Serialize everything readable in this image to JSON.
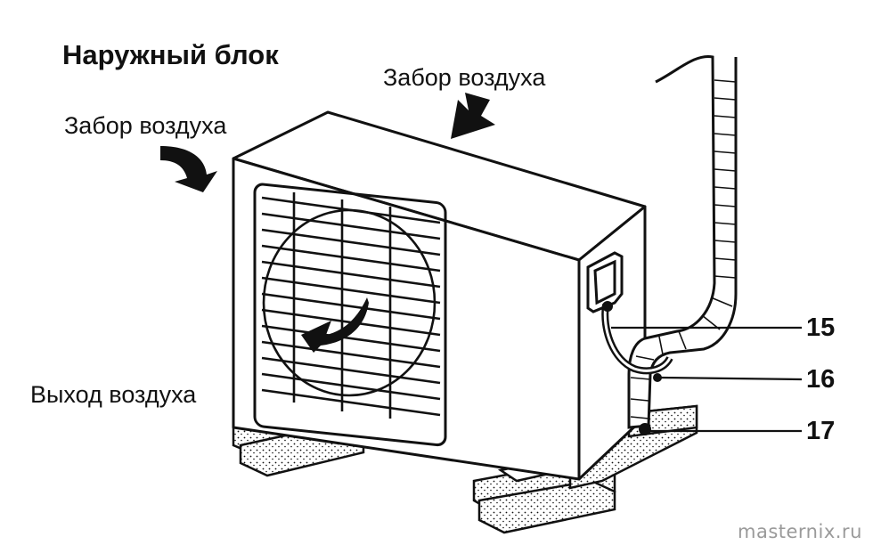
{
  "title": "Наружный блок",
  "labels": {
    "air_intake_top": "Забор воздуха",
    "air_intake_side": "Забор воздуха",
    "air_outlet": "Выход воздуха"
  },
  "callouts": [
    "15",
    "16",
    "17"
  ],
  "watermark": "masternix.ru",
  "colors": {
    "ink": "#111111",
    "paper": "#ffffff",
    "watermark": "#9a9a9a"
  }
}
